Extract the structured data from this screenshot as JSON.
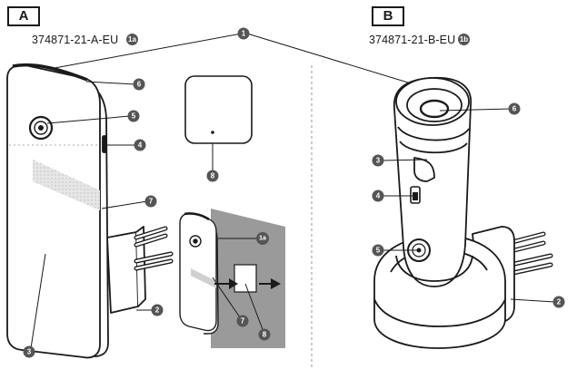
{
  "panels": [
    {
      "tag": "A",
      "model": "374871-21-A-EU",
      "ref": "1a"
    },
    {
      "tag": "B",
      "model": "374871-21-B-EU",
      "ref": "1b"
    }
  ],
  "callouts": {
    "n1": "1",
    "n2a": "2",
    "n2b": "2",
    "n3a": "3",
    "n3b": "3",
    "n4a": "4",
    "n4b": "4",
    "n5a": "5",
    "n5b": "5",
    "n6a": "6",
    "n6b": "6",
    "n7a": "7",
    "n7b": "7",
    "n8a": "8",
    "n8b": "8",
    "n1a": "1a"
  },
  "colors": {
    "stroke": "#1a1a1a",
    "callout_fill": "#555555",
    "wall": "#9a9a9a",
    "light": "#d8d8d8"
  }
}
